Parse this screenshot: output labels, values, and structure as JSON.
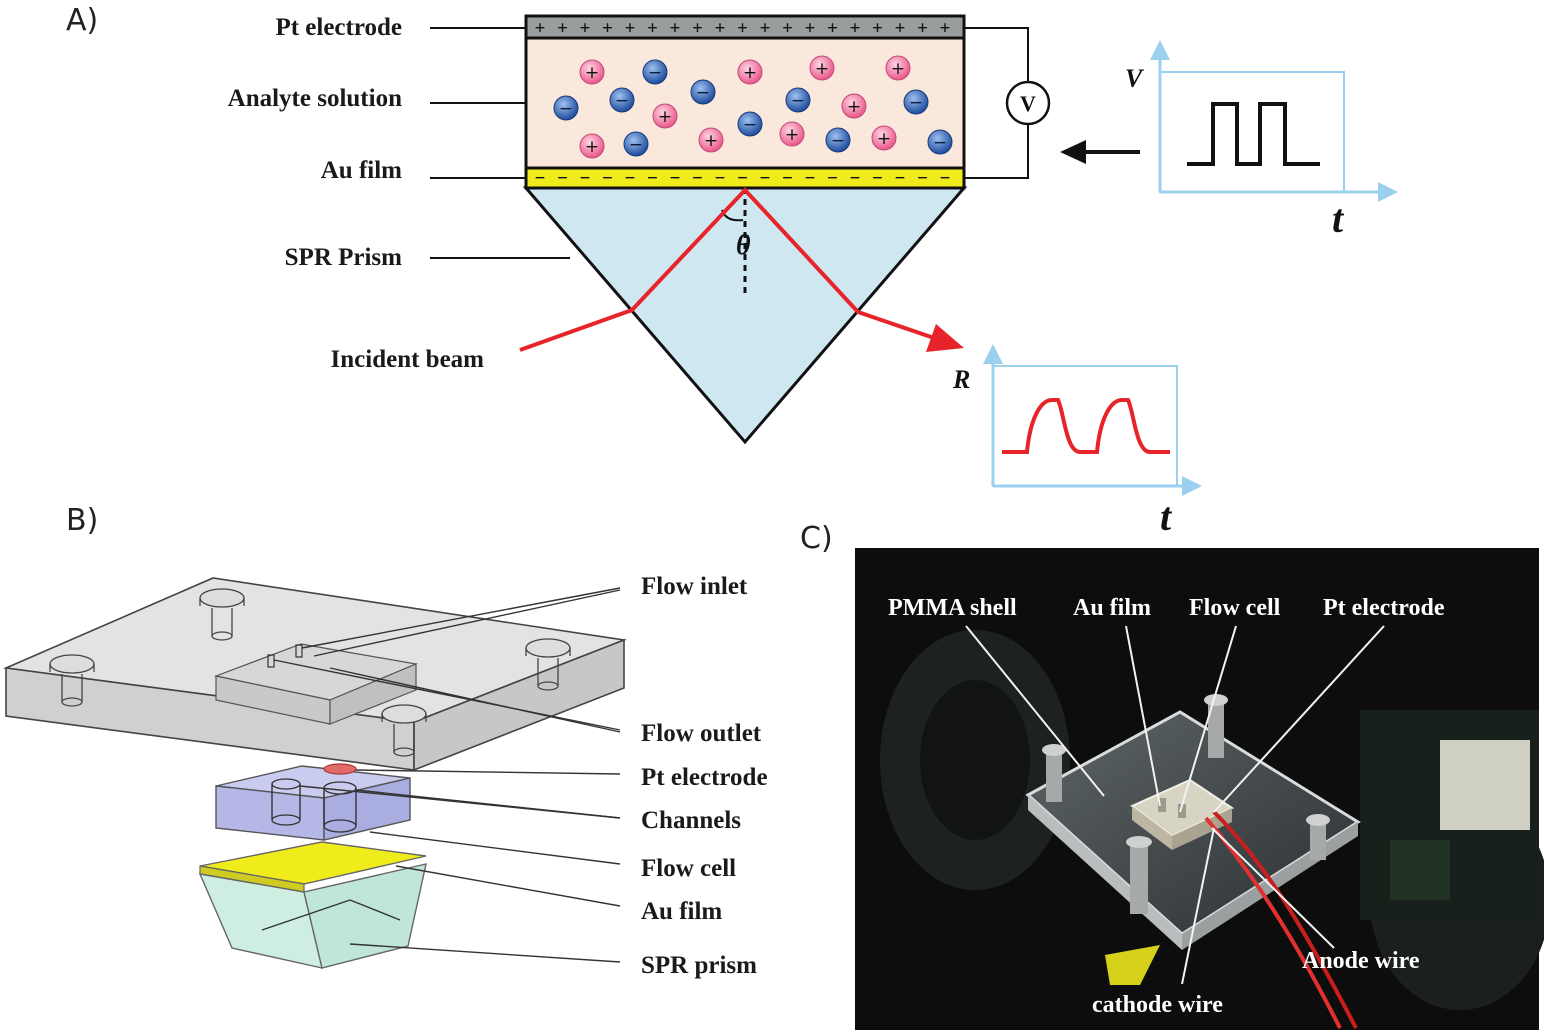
{
  "panels": {
    "a": "A)",
    "b": "B)",
    "c": "C)"
  },
  "panel_a": {
    "labels": {
      "pt_electrode": "Pt electrode",
      "analyte_solution": "Analyte solution",
      "au_film": "Au film",
      "spr_prism": "SPR Prism",
      "incident_beam": "Incident beam"
    },
    "voltmeter": "V",
    "angle": "θ",
    "electrode_charge": "+",
    "film_charge": "−",
    "ion_positive": "+",
    "ion_negative": "−",
    "voltage_plot": {
      "y_axis": "V",
      "x_axis": "t"
    },
    "reflectance_plot": {
      "y_axis": "R",
      "x_axis": "t"
    }
  },
  "panel_b": {
    "labels": {
      "flow_inlet": "Flow inlet",
      "flow_outlet": "Flow outlet",
      "pt_electrode": "Pt electrode",
      "channels": "Channels",
      "flow_cell": "Flow cell",
      "au_film": "Au film",
      "spr_prism": "SPR prism"
    }
  },
  "panel_c": {
    "labels": {
      "pmma_shell": "PMMA shell",
      "au_film": "Au film",
      "flow_cell": "Flow cell",
      "pt_electrode": "Pt electrode",
      "anode_wire": "Anode wire",
      "cathode_wire": "cathode wire"
    }
  },
  "colors": {
    "beam": "#e8242b",
    "au_film": "#f0ec1c",
    "solution": "#fbe8dc",
    "electrode": "#9a9d9e",
    "prism": "#cfe7f1",
    "positive_ion": "#f07aa4",
    "negative_ion": "#2e5fb0",
    "plot_axis": "#9bd0ef"
  }
}
